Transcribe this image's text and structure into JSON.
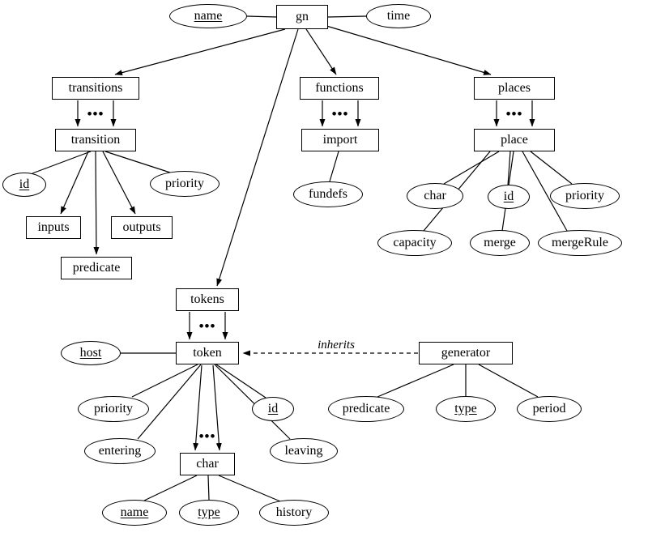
{
  "dots": "•••",
  "inherits_label": "inherits",
  "nodes": {
    "name_root": {
      "label": "name",
      "shape": "ellipse",
      "key": true
    },
    "gn": {
      "label": "gn",
      "shape": "rect"
    },
    "time": {
      "label": "time",
      "shape": "ellipse"
    },
    "transitions": {
      "label": "transitions",
      "shape": "rect"
    },
    "functions": {
      "label": "functions",
      "shape": "rect"
    },
    "places": {
      "label": "places",
      "shape": "rect"
    },
    "transition": {
      "label": "transition",
      "shape": "rect"
    },
    "import": {
      "label": "import",
      "shape": "rect"
    },
    "place": {
      "label": "place",
      "shape": "rect"
    },
    "transition_id": {
      "label": "id",
      "shape": "ellipse",
      "key": true
    },
    "transition_priority": {
      "label": "priority",
      "shape": "ellipse"
    },
    "inputs": {
      "label": "inputs",
      "shape": "rect"
    },
    "outputs": {
      "label": "outputs",
      "shape": "rect"
    },
    "transition_predicate": {
      "label": "predicate",
      "shape": "rect"
    },
    "fundefs": {
      "label": "fundefs",
      "shape": "ellipse"
    },
    "place_char": {
      "label": "char",
      "shape": "ellipse"
    },
    "capacity": {
      "label": "capacity",
      "shape": "ellipse"
    },
    "place_id": {
      "label": "id",
      "shape": "ellipse",
      "key": true
    },
    "merge": {
      "label": "merge",
      "shape": "ellipse"
    },
    "place_priority": {
      "label": "priority",
      "shape": "ellipse"
    },
    "mergeRule": {
      "label": "mergeRule",
      "shape": "ellipse"
    },
    "tokens": {
      "label": "tokens",
      "shape": "rect"
    },
    "token": {
      "label": "token",
      "shape": "rect"
    },
    "host": {
      "label": "host",
      "shape": "ellipse",
      "key": true
    },
    "token_priority": {
      "label": "priority",
      "shape": "ellipse"
    },
    "entering": {
      "label": "entering",
      "shape": "ellipse"
    },
    "token_id": {
      "label": "id",
      "shape": "ellipse",
      "key": true
    },
    "leaving": {
      "label": "leaving",
      "shape": "ellipse"
    },
    "token_char": {
      "label": "char",
      "shape": "rect"
    },
    "char_name": {
      "label": "name",
      "shape": "ellipse",
      "key": true
    },
    "char_type": {
      "label": "type",
      "shape": "ellipse",
      "key": true
    },
    "history": {
      "label": "history",
      "shape": "ellipse"
    },
    "generator": {
      "label": "generator",
      "shape": "rect"
    },
    "generator_predicate": {
      "label": "predicate",
      "shape": "ellipse"
    },
    "generator_type": {
      "label": "type",
      "shape": "ellipse",
      "key": true
    },
    "period": {
      "label": "period",
      "shape": "ellipse"
    }
  },
  "edges": [
    {
      "from": "gn",
      "to": "name",
      "style": "line"
    },
    {
      "from": "gn",
      "to": "time",
      "style": "line"
    },
    {
      "from": "gn",
      "to": "transitions",
      "style": "arrow"
    },
    {
      "from": "gn",
      "to": "functions",
      "style": "arrow"
    },
    {
      "from": "gn",
      "to": "places",
      "style": "arrow"
    },
    {
      "from": "gn",
      "to": "tokens",
      "style": "arrow"
    },
    {
      "from": "transitions",
      "to": "transition",
      "style": "multi-arrows-with-dots"
    },
    {
      "from": "functions",
      "to": "import",
      "style": "multi-arrows-with-dots"
    },
    {
      "from": "places",
      "to": "place",
      "style": "multi-arrows-with-dots"
    },
    {
      "from": "tokens",
      "to": "token",
      "style": "multi-arrows-with-dots"
    },
    {
      "from": "token",
      "to": "char",
      "style": "multi-arrows-with-dots"
    },
    {
      "from": "transition",
      "to": "id",
      "style": "line"
    },
    {
      "from": "transition",
      "to": "priority",
      "style": "line"
    },
    {
      "from": "transition",
      "to": "inputs",
      "style": "arrow"
    },
    {
      "from": "transition",
      "to": "outputs",
      "style": "arrow"
    },
    {
      "from": "transition",
      "to": "predicate",
      "style": "arrow"
    },
    {
      "from": "import",
      "to": "fundefs",
      "style": "line"
    },
    {
      "from": "place",
      "to": "char",
      "style": "line"
    },
    {
      "from": "place",
      "to": "capacity",
      "style": "line"
    },
    {
      "from": "place",
      "to": "id",
      "style": "line"
    },
    {
      "from": "place",
      "to": "merge",
      "style": "line"
    },
    {
      "from": "place",
      "to": "priority",
      "style": "line"
    },
    {
      "from": "place",
      "to": "mergeRule",
      "style": "line"
    },
    {
      "from": "token",
      "to": "host",
      "style": "line"
    },
    {
      "from": "token",
      "to": "priority",
      "style": "line"
    },
    {
      "from": "token",
      "to": "entering",
      "style": "line"
    },
    {
      "from": "token",
      "to": "id",
      "style": "line"
    },
    {
      "from": "token",
      "to": "leaving",
      "style": "line"
    },
    {
      "from": "char",
      "to": "name",
      "style": "line"
    },
    {
      "from": "char",
      "to": "type",
      "style": "line"
    },
    {
      "from": "char",
      "to": "history",
      "style": "line"
    },
    {
      "from": "generator",
      "to": "token",
      "style": "dashed-arrow",
      "label": "inherits"
    },
    {
      "from": "generator",
      "to": "predicate",
      "style": "line"
    },
    {
      "from": "generator",
      "to": "type",
      "style": "line"
    },
    {
      "from": "generator",
      "to": "period",
      "style": "line"
    }
  ]
}
